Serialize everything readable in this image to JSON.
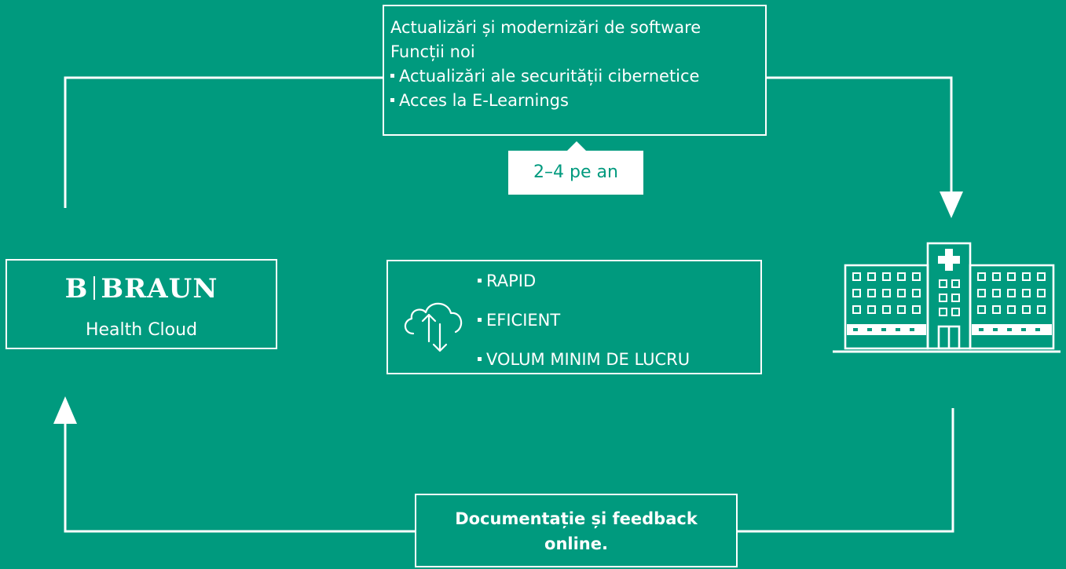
{
  "updates_box": {
    "title": "Actualizări și modernizări de software",
    "subtitle": "Funcții noi",
    "items": [
      "Actualizări ale securității cibernetice",
      "Acces la E-Learnings"
    ]
  },
  "frequency_badge": "2–4 pe an",
  "brand": {
    "logo_left": "B",
    "logo_right": "BRAUN",
    "product": "Health Cloud"
  },
  "features_box": {
    "items": [
      "RAPID",
      "EFICIENT",
      "VOLUM MINIM DE LUCRU"
    ]
  },
  "feedback_box": {
    "line1": "Documentație și feedback",
    "line2": "online."
  },
  "icons": {
    "cloud": "cloud-sync-icon",
    "hospital": "hospital-icon"
  },
  "colors": {
    "background": "#009a7e",
    "foreground": "#ffffff"
  }
}
